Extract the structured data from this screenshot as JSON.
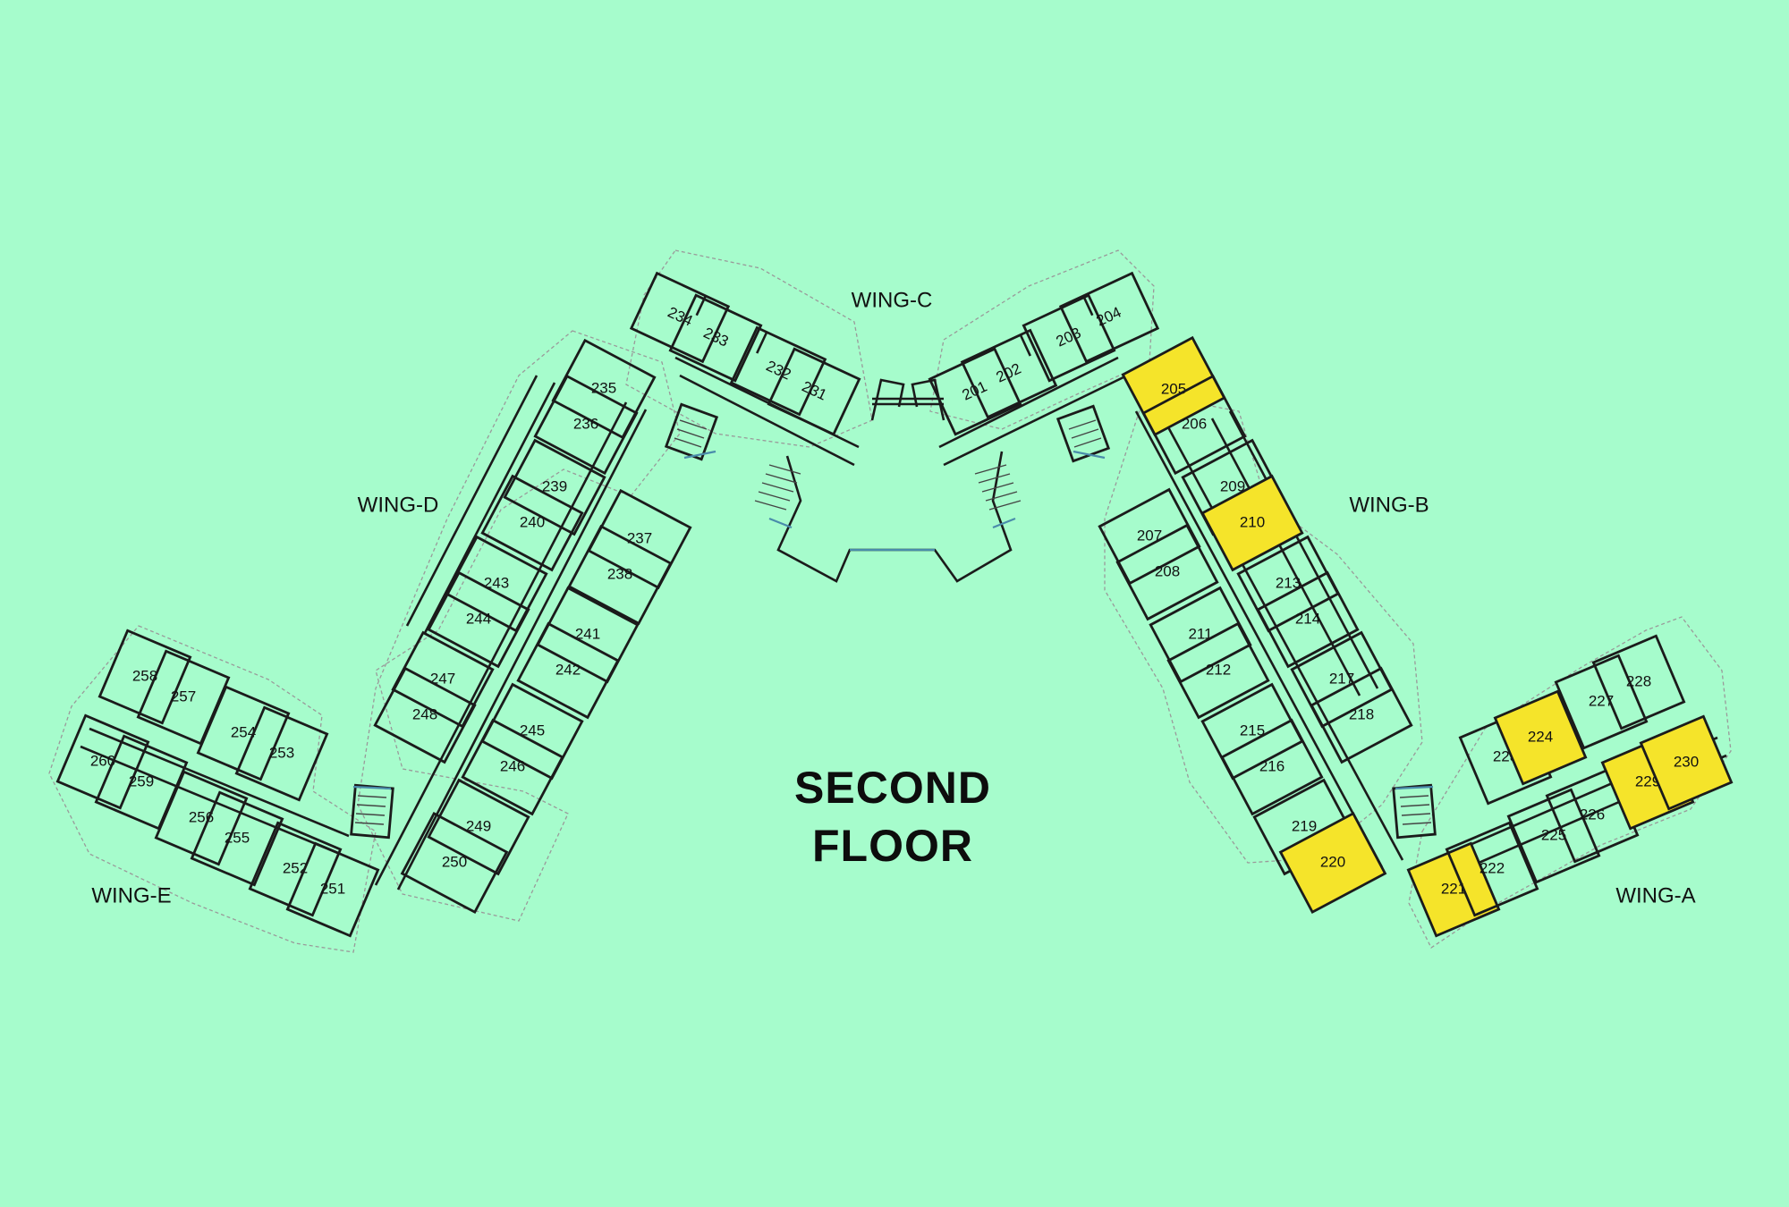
{
  "title": {
    "line1": "SECOND",
    "line2": "FLOOR"
  },
  "wings": {
    "a": "WING-A",
    "b": "WING-B",
    "c": "WING-C",
    "d": "WING-D",
    "e": "WING-E"
  },
  "colors": {
    "background": "#a6fccc",
    "highlight": "#f5e42a",
    "wall": "#1b1b1b"
  },
  "rooms": [
    {
      "number": "201",
      "highlighted": false
    },
    {
      "number": "202",
      "highlighted": false
    },
    {
      "number": "203",
      "highlighted": false
    },
    {
      "number": "204",
      "highlighted": false
    },
    {
      "number": "205",
      "highlighted": true
    },
    {
      "number": "206",
      "highlighted": false
    },
    {
      "number": "207",
      "highlighted": false
    },
    {
      "number": "208",
      "highlighted": false
    },
    {
      "number": "209",
      "highlighted": false
    },
    {
      "number": "210",
      "highlighted": true
    },
    {
      "number": "211",
      "highlighted": false
    },
    {
      "number": "212",
      "highlighted": false
    },
    {
      "number": "213",
      "highlighted": false
    },
    {
      "number": "214",
      "highlighted": false
    },
    {
      "number": "215",
      "highlighted": false
    },
    {
      "number": "216",
      "highlighted": false
    },
    {
      "number": "217",
      "highlighted": false
    },
    {
      "number": "218",
      "highlighted": false
    },
    {
      "number": "219",
      "highlighted": false
    },
    {
      "number": "220",
      "highlighted": true
    },
    {
      "number": "221",
      "highlighted": true
    },
    {
      "number": "222",
      "highlighted": false
    },
    {
      "number": "223",
      "highlighted": false
    },
    {
      "number": "224",
      "highlighted": true
    },
    {
      "number": "225",
      "highlighted": false
    },
    {
      "number": "226",
      "highlighted": false
    },
    {
      "number": "227",
      "highlighted": false
    },
    {
      "number": "228",
      "highlighted": false
    },
    {
      "number": "229",
      "highlighted": true
    },
    {
      "number": "230",
      "highlighted": true
    },
    {
      "number": "231",
      "highlighted": false
    },
    {
      "number": "232",
      "highlighted": false
    },
    {
      "number": "233",
      "highlighted": false
    },
    {
      "number": "234",
      "highlighted": false
    },
    {
      "number": "235",
      "highlighted": false
    },
    {
      "number": "236",
      "highlighted": false
    },
    {
      "number": "237",
      "highlighted": false
    },
    {
      "number": "238",
      "highlighted": false
    },
    {
      "number": "239",
      "highlighted": false
    },
    {
      "number": "240",
      "highlighted": false
    },
    {
      "number": "241",
      "highlighted": false
    },
    {
      "number": "242",
      "highlighted": false
    },
    {
      "number": "243",
      "highlighted": false
    },
    {
      "number": "244",
      "highlighted": false
    },
    {
      "number": "245",
      "highlighted": false
    },
    {
      "number": "246",
      "highlighted": false
    },
    {
      "number": "247",
      "highlighted": false
    },
    {
      "number": "248",
      "highlighted": false
    },
    {
      "number": "249",
      "highlighted": false
    },
    {
      "number": "250",
      "highlighted": false
    },
    {
      "number": "251",
      "highlighted": false
    },
    {
      "number": "252",
      "highlighted": false
    },
    {
      "number": "253",
      "highlighted": false
    },
    {
      "number": "254",
      "highlighted": false
    },
    {
      "number": "255",
      "highlighted": false
    },
    {
      "number": "256",
      "highlighted": false
    },
    {
      "number": "257",
      "highlighted": false
    },
    {
      "number": "258",
      "highlighted": false
    },
    {
      "number": "259",
      "highlighted": false
    },
    {
      "number": "260",
      "highlighted": false
    }
  ]
}
